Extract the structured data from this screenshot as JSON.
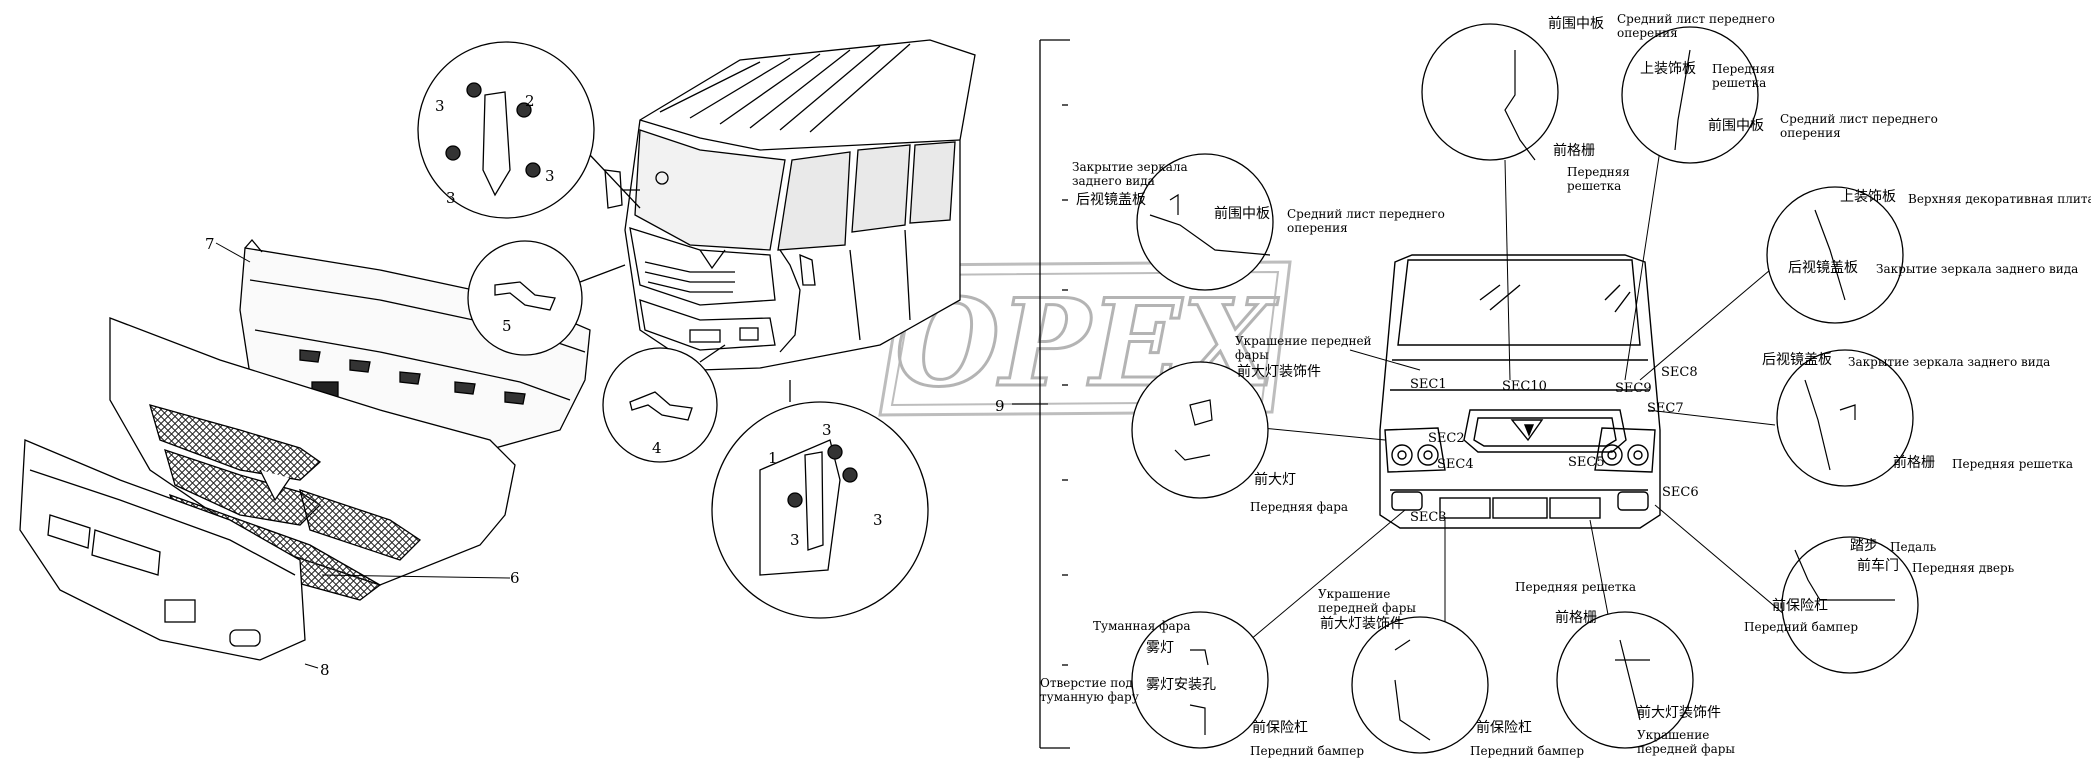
{
  "watermark": "OPEX",
  "part_numbers": [
    "1",
    "2",
    "3",
    "3",
    "3",
    "3",
    "3",
    "3",
    "4",
    "5",
    "6",
    "7",
    "8",
    "9"
  ],
  "sections": [
    "SEC1",
    "SEC10",
    "SEC9",
    "SEC8",
    "SEC7",
    "SEC2",
    "SEC4",
    "SEC5",
    "SEC6",
    "SEC3"
  ],
  "callouts": {
    "mirror_cover_ru": "Закрытие зеркала\nзаднего вида",
    "mirror_cover_cn": "后视镜盖板",
    "front_mid_panel_cn": "前围中板",
    "front_mid_panel_ru": "Средний лист переднего\nоперения",
    "headlight_trim_ru": "Украшение передней\nфары",
    "headlight_trim_cn": "前大灯装饰件",
    "headlight_cn": "前大灯",
    "headlight_ru": "Передняя фара",
    "fog_lamp_ru": "Туманная фара",
    "fog_lamp_cn": "雾灯",
    "fog_hole_cn": "雾灯安装孔",
    "fog_hole_ru": "Отверстие под\nтуманную фару",
    "bumper_cn": "前保险杠",
    "bumper_ru": "Передний бампер",
    "headlight_trim2_ru": "Украшение\nпередней фары",
    "headlight_trim2_cn": "前大灯装饰件",
    "bumper2_cn": "前保险杠",
    "bumper2_ru": "Передний бампер",
    "grille_ru_top": "Передняя решетка",
    "grille_cn": "前格栅",
    "headlight_trim3_cn": "前大灯装饰件",
    "headlight_trim3_ru": "Украшение\nпередней фары",
    "top_mid_panel_cn": "前围中板",
    "top_mid_panel_ru": "Средний лист переднего\nоперения",
    "top_grille_cn": "前格栅",
    "top_grille_ru": "Передняя\nрешетка",
    "upper_trim_cn": "上装饰板",
    "upper_trim_ru": "Передняя\nрешетка",
    "top_mid_panel2_cn": "前围中板",
    "top_mid_panel2_ru": "Средний лист переднего\nоперения",
    "upper_trim2_cn": "上装饰板",
    "upper_trim2_ru": "Верхняя декоративная плита",
    "mirror_cover2_cn": "后视镜盖板",
    "mirror_cover2_ru": "Закрытие зеркала заднего вида",
    "mirror_cover3_cn": "后视镜盖板",
    "mirror_cover3_ru": "Закрытие зеркала заднего вида",
    "grille2_cn": "前格栅",
    "grille2_ru": "Передняя решетка",
    "step_cn": "踏步",
    "step_ru": "Педаль",
    "front_door_cn": "前车门",
    "front_door_ru": "Передняя дверь",
    "bumper3_cn": "前保险杠",
    "bumper3_ru": "Передний бампер"
  }
}
